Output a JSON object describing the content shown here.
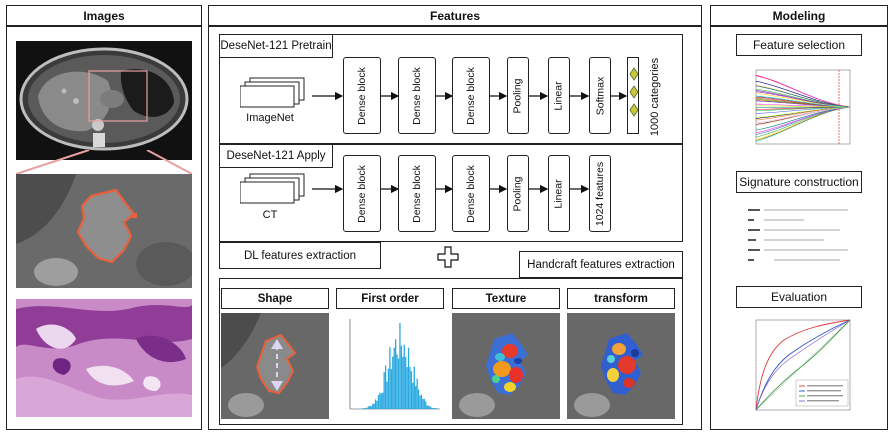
{
  "headers": {
    "images": "Images",
    "features": "Features",
    "modeling": "Modeling"
  },
  "pretrain": {
    "title": "DeseNet-121 Pretrain",
    "input": "ImageNet",
    "blocks": [
      "Dense block",
      "Dense block",
      "Dense block",
      "Pooling",
      "Linear",
      "Softmax"
    ],
    "output": "1000 categories"
  },
  "apply": {
    "title": "DeseNet-121 Apply",
    "input": "CT",
    "blocks": [
      "Dense block",
      "Dense block",
      "Dense block",
      "Pooling",
      "Linear",
      "1024 features"
    ]
  },
  "dl_extraction": "DL features extraction",
  "handcraft_extraction": "Handcraft features extraction",
  "plus_symbol": "+",
  "feature_types": [
    "Shape",
    "First order",
    "Texture",
    "transform"
  ],
  "modeling_steps": [
    "Feature selection",
    "Signature construction",
    "Evaluation"
  ],
  "colors": {
    "border": "#222222",
    "roi_outline": "#e8603c",
    "histogram": "#29a9e0",
    "roc_red": "#d93a3a",
    "roc_blue": "#2b55c7",
    "roc_green": "#3aa043",
    "he_stain": "#b25bb0"
  }
}
